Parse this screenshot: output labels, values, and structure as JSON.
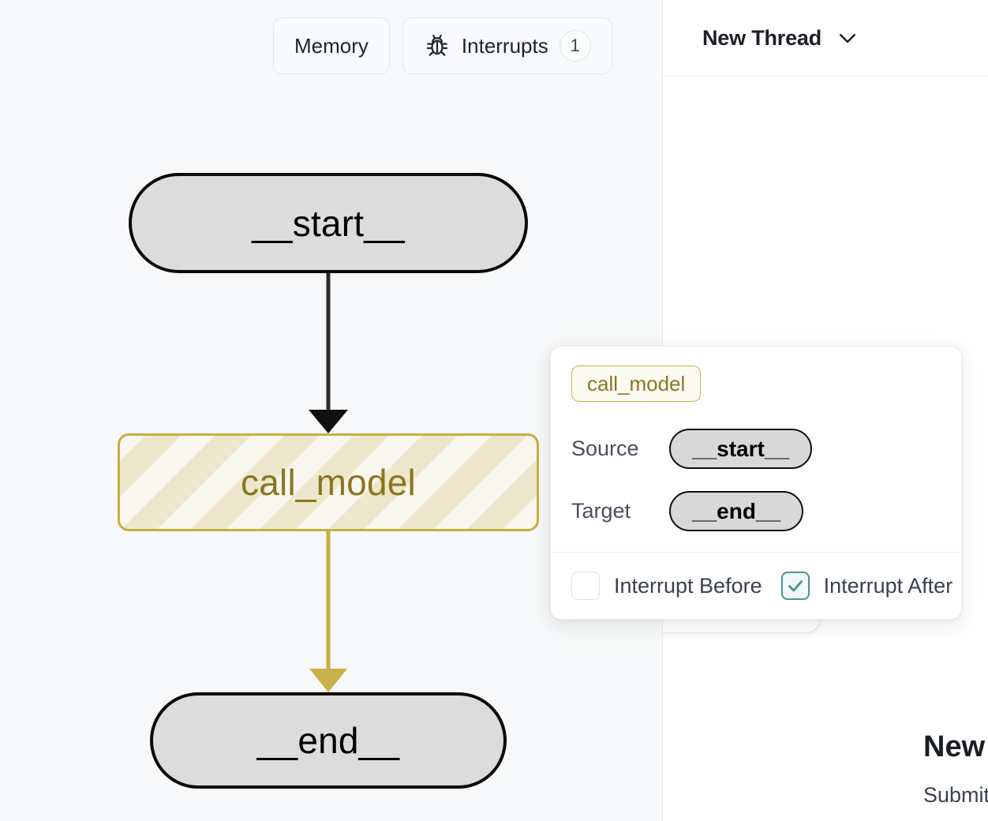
{
  "graph": {
    "toolbar": {
      "memory_label": "Memory",
      "interrupts_label": "Interrupts",
      "interrupts_count": "1",
      "bug_icon": "bug-icon"
    },
    "nodes": [
      {
        "id": "start",
        "label": "__start__",
        "style": "terminal"
      },
      {
        "id": "call_model",
        "label": "call_model",
        "style": "active-striped"
      },
      {
        "id": "end",
        "label": "__end__",
        "style": "terminal"
      }
    ],
    "edges": [
      {
        "from": "__start__",
        "to": "call_model",
        "color": "#2b2b2b"
      },
      {
        "from": "call_model",
        "to": "__end__",
        "color": "#c5b040"
      }
    ],
    "colors": {
      "canvas_bg": "#f6f8f9",
      "terminal_fill": "#dcdcdc",
      "terminal_border": "#0a0a0a",
      "active_border": "#c5b040",
      "active_fill": "#f7f6ef",
      "active_text": "#8b7520"
    }
  },
  "popover": {
    "node_chip": "call_model",
    "rows": [
      {
        "key": "Source",
        "value": "__start__"
      },
      {
        "key": "Target",
        "value": "__end__"
      }
    ],
    "checkboxes": [
      {
        "label": "Interrupt Before",
        "checked": false
      },
      {
        "label": "Interrupt After",
        "checked": true
      }
    ],
    "accent_checked": "#4a9490"
  },
  "right_panel": {
    "thread_title": "New Thread",
    "chevron_icon": "chevron-down-icon",
    "empty_title": "New T",
    "empty_subtitle": "Submit your input"
  }
}
